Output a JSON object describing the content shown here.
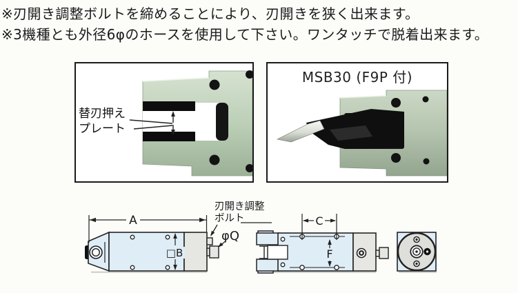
{
  "notes": {
    "line1": "※刃開き調整ボルトを締めることにより、刃開きを狭く出来ます。",
    "line2": "※3機種とも外径6φのホースを使用して下さい。ワンタッチで脱着出来ます。"
  },
  "photo_left": {
    "label_line1": "替刃押え",
    "label_line2": "プレート"
  },
  "photo_right": {
    "caption": "MSB30 (F9P 付)"
  },
  "drawings": {
    "adjust_bolt_label_line1": "刃開き調整",
    "adjust_bolt_label_line2": "ボルト",
    "dim_a": "A",
    "dim_b": "□B",
    "dim_c": "C",
    "dim_f": "F",
    "dim_q": "φQ"
  },
  "colors": {
    "background": "#fcfcf9",
    "text": "#1a1a1a",
    "photo_border": "#1a1a1a",
    "drawing_body_fill": "#dfedf6",
    "drawing_cap_fill": "#e6e6e2",
    "drawing_stroke": "#222222",
    "metal_green_light": "#d3e0cd",
    "metal_green_dark": "#9fb29b",
    "blade_black": "#111111",
    "blade_silver": "#e8ece6"
  }
}
